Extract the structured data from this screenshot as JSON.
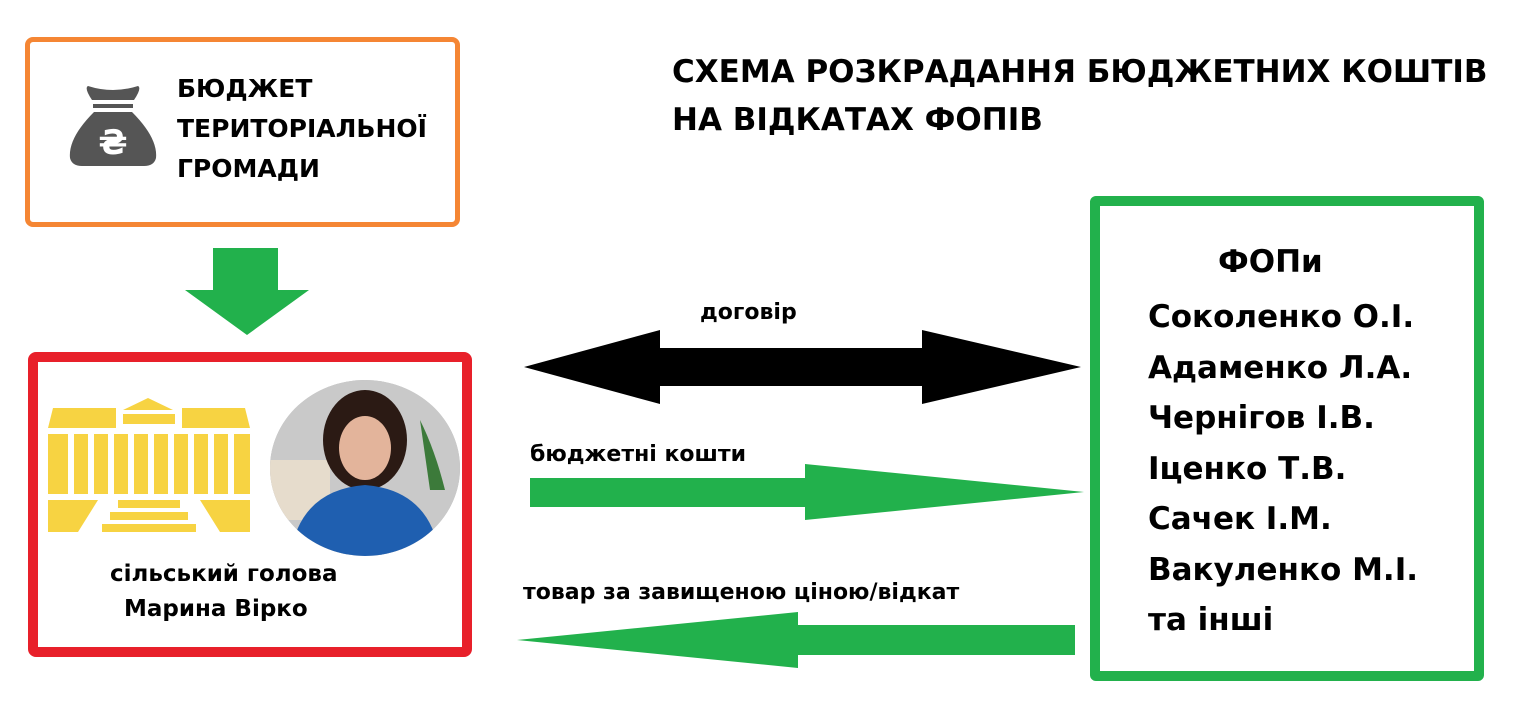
{
  "title": {
    "line1": "СХЕМА РОЗКРАДАННЯ БЮДЖЕТНИХ КОШТІВ",
    "line2": "НА ВІДКАТАХ ФОПІВ"
  },
  "budget": {
    "line1": "БЮДЖЕТ",
    "line2": "ТЕРИТОРІАЛЬНОЇ",
    "line3": "ГРОМАДИ",
    "icon": "money-bag-hryvnia-icon"
  },
  "head": {
    "role": "сільський голова",
    "name": "Марина Вірко",
    "icon": "building-icon"
  },
  "arrows": {
    "contract": "договір",
    "budget_funds": "бюджетні кошти",
    "goods": "товар за завищеною ціною/відкат"
  },
  "fops": {
    "heading": "ФОПи",
    "items": [
      "Соколенко О.І.",
      "Адаменко Л.А.",
      "Чернігов І.В.",
      "Іценко Т.В.",
      "Сачек І.М.",
      "Вакуленко М.І.",
      "та інші"
    ]
  },
  "colors": {
    "orange": "#F58634",
    "red": "#E8202A",
    "green": "#22B14C",
    "yellow": "#F7D342",
    "gray": "#555555"
  }
}
